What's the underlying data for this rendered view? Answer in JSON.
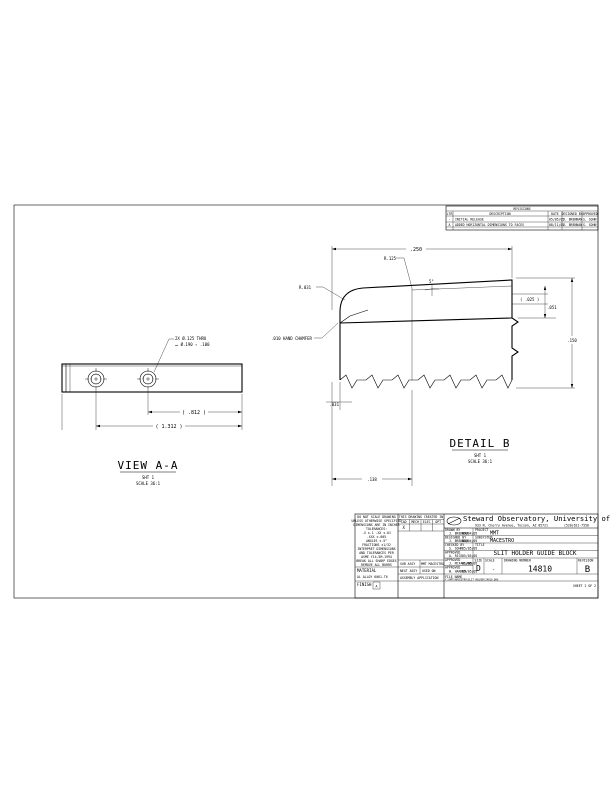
{
  "revisions": {
    "title": "REVISIONS",
    "headers": [
      "LTR",
      "DESCRIPTION",
      "DATE",
      "DESIGNED BY",
      "APPROVED"
    ],
    "rows": [
      [
        "-",
        "INITIAL RELEASE",
        "05/05/05",
        "J. BRENNAN",
        "S. SOHN"
      ],
      [
        "A",
        "ADDED HORIZONTAL DIMENSIONS TO FACES",
        "08/11/05",
        "J. BRENNAN",
        "S. SOHN"
      ]
    ]
  },
  "view_a": {
    "hole_note_1": "2X Ø.125 THRU",
    "hole_note_2": "⌴ Ø.190 ▿ .100",
    "dim_inner": "( .812 )",
    "dim_overall": "( 1.312 )",
    "title": "VIEW A-A",
    "sheet": "SHT 1",
    "scale": "SCALE 36:1"
  },
  "detail_b": {
    "dim_top": ".250",
    "radius_small": "R.031",
    "radius_large": "R.125",
    "angle": "5°",
    "dim_small_ref": "( .025 )",
    "dim_step": ".051",
    "dim_height": ".150",
    "chamfer": ".010 HAND CHAMFER",
    "dim_bottom_left": ".031",
    "dim_bottom": ".138",
    "title": "DETAIL B",
    "sheet": "SHT 1",
    "scale": "SCALE 36:1"
  },
  "title_block": {
    "tolerance_notes": [
      "DO NOT SCALE DRAWING",
      "UNLESS OTHERWISE SPECIFIED",
      "DIMENSIONS ARE IN INCHES",
      "TOLERANCES:",
      ".X ±.1  .XX ±.01",
      ".XXX ±.005",
      "ANGLES ±.5°",
      "FRACTIONS ±1/32",
      "INTERPRET DIMENSIONS",
      "AND TOLERANCES PER",
      "ASME Y14.5M-1994",
      "BREAK ALL SHARP EDGES",
      "REMOVE ALL BURRS"
    ],
    "material_label": "MATERIAL",
    "material": "AL ALLOY 6061-T6",
    "finish_label": "FINISH",
    "cad_header": "THIS DRAWING CREATED IN",
    "cad_cols": [
      "CAD",
      "MECH",
      "ELEC",
      "OPT"
    ],
    "cad_marks": [
      "X",
      "",
      "",
      ""
    ],
    "sub_assy_label": "SUB ASSY",
    "sub_assy": "MMT MACESTRO",
    "next_assy_label": "NEXT ASSY",
    "used_on_label": "USED ON",
    "assembly_label": "ASSEMBLY APPLICATION",
    "file_label": "FILE NAME",
    "file_path": "Y:\\MMT\\MACESTRO\\SLIT HOLDER\\14810.DWG",
    "org_name": "Steward Observatory, University of Arizona",
    "org_address": "933 N. Cherry Avenue, Tucson, AZ 85721",
    "org_phone": "(520)621-7550",
    "signoffs": [
      {
        "role": "DRAWN BY",
        "name": "J. BRENNAN",
        "date": "05/04/05"
      },
      {
        "role": "DESIGNED BY",
        "name": "J. BRENNAN",
        "date": "05/04/05"
      },
      {
        "role": "CHECKED BY",
        "name": "S. SOHN",
        "date": "05/05/05"
      },
      {
        "role": "APPROVED",
        "name": "A. RICE",
        "date": "05/05/05"
      },
      {
        "role": "APPROVED",
        "name": "J. MCFARLAND",
        "date": "05/05/05"
      },
      {
        "role": "APPROVED",
        "name": "W. HARNER",
        "date": "05/05/05"
      }
    ],
    "project_label": "PROJECT",
    "project": "MMT",
    "subsystem_label": "SUBSYSTEM",
    "subsystem": "MACESTRO",
    "title_label": "TITLE",
    "title": "SLIT HOLDER GUIDE BLOCK",
    "size_label": "SIZE",
    "size": "D",
    "scale_label": "SCALE",
    "scale": "-",
    "dwg_label": "DRAWING NUMBER",
    "dwg": "14810",
    "rev_label": "REVISION",
    "rev": "B",
    "sheet": "SHEET 2 OF 2"
  }
}
